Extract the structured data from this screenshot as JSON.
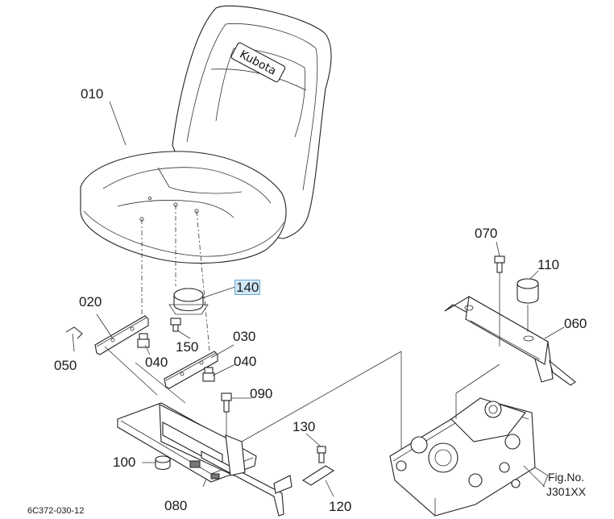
{
  "diagram": {
    "seat_logo_text": "Kubota",
    "part_labels": {
      "p010": "010",
      "p020": "020",
      "p030": "030",
      "p040a": "040",
      "p040b": "040",
      "p050": "050",
      "p060": "060",
      "p070": "070",
      "p080": "080",
      "p090": "090",
      "p100": "100",
      "p110": "110",
      "p120": "120",
      "p130": "130",
      "p140": "140",
      "p150": "150"
    },
    "fig_no_label": "Fig.No.",
    "fig_no_value": "J301XX",
    "drawing_code": "6C372-030-12",
    "highlighted_part": "140"
  }
}
